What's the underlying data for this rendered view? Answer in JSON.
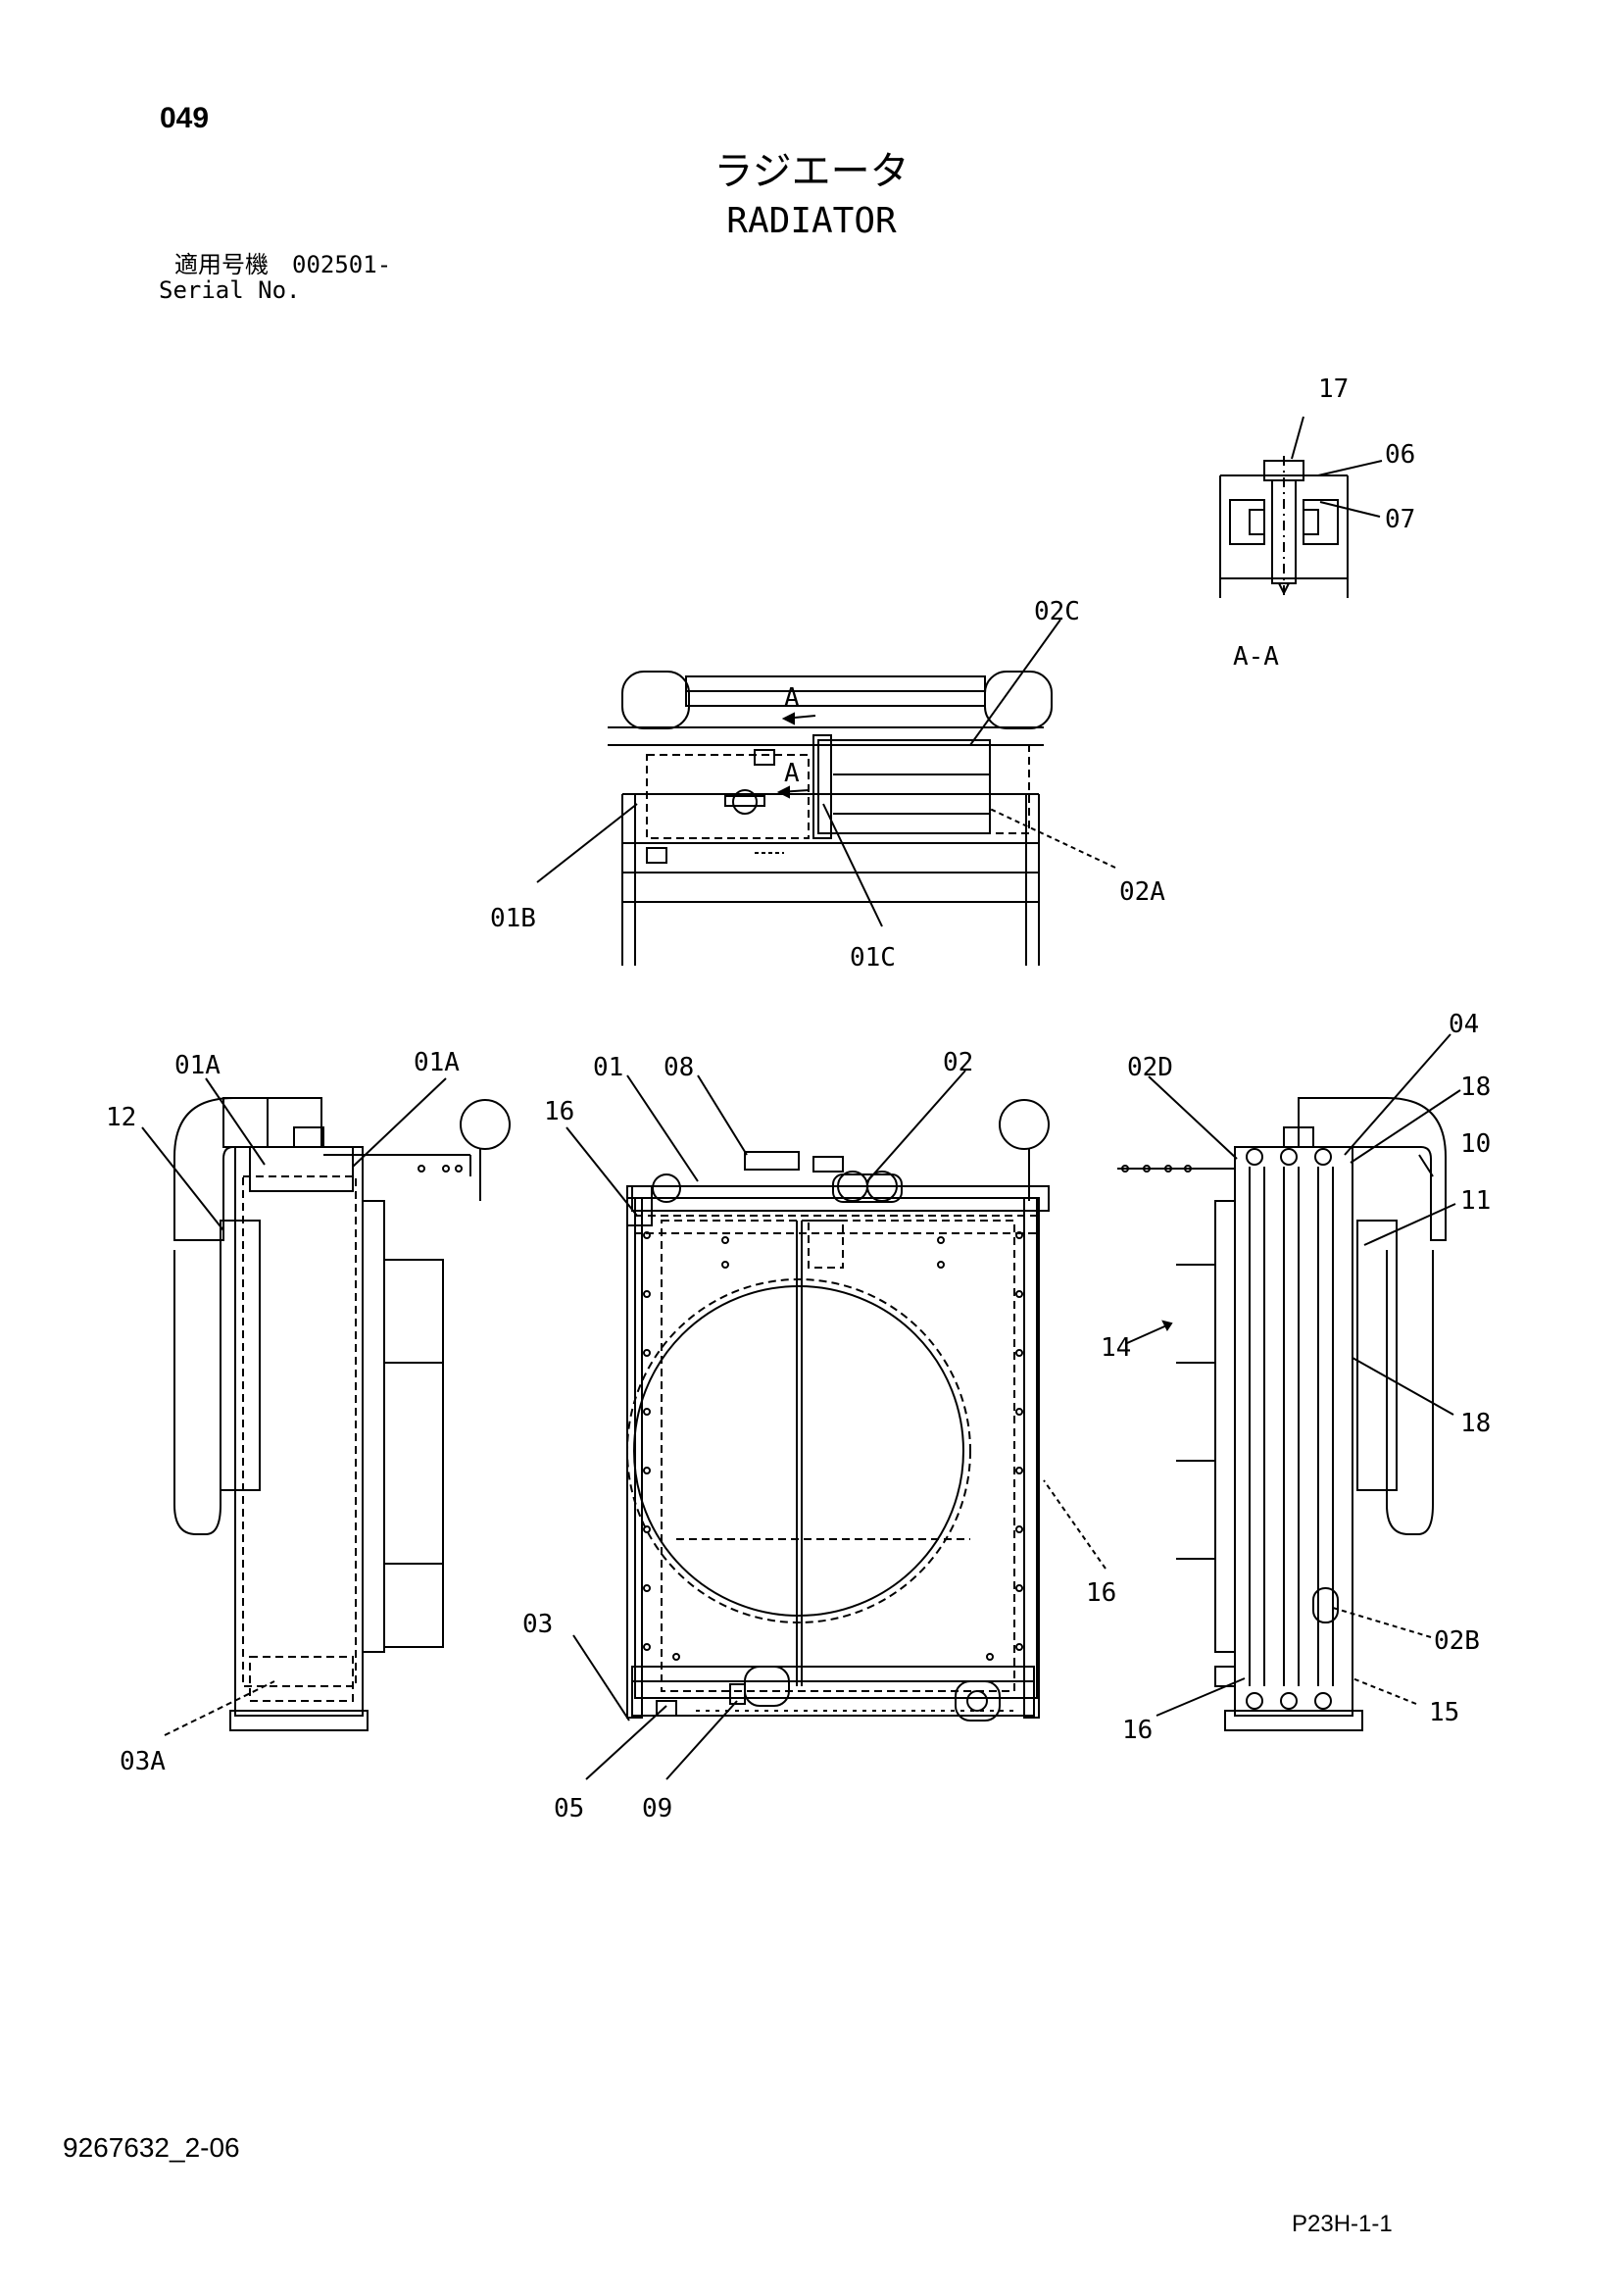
{
  "header": {
    "page_number": "049",
    "title_jp": "ラジエータ",
    "title_en": "RADIATOR",
    "serial_label_jp": "適用号機　002501-",
    "serial_label_en": "Serial No."
  },
  "footer": {
    "document_number": "9267632_2-06",
    "sheet_code": "P23H-1-1"
  },
  "section_view": {
    "label": "A-A",
    "callouts": [
      "17",
      "06",
      "07"
    ]
  },
  "top_view": {
    "arrow_label_1": "A",
    "arrow_label_2": "A",
    "callouts": [
      "02C",
      "02A",
      "01B",
      "01C"
    ]
  },
  "left_view": {
    "callouts": [
      "01A",
      "01A",
      "12",
      "03A"
    ]
  },
  "front_view": {
    "callouts": [
      "01",
      "08",
      "02",
      "16",
      "16",
      "03",
      "05",
      "09"
    ]
  },
  "right_view": {
    "callouts": [
      "04",
      "02D",
      "18",
      "10",
      "11",
      "14",
      "18",
      "02B",
      "16",
      "15"
    ]
  }
}
